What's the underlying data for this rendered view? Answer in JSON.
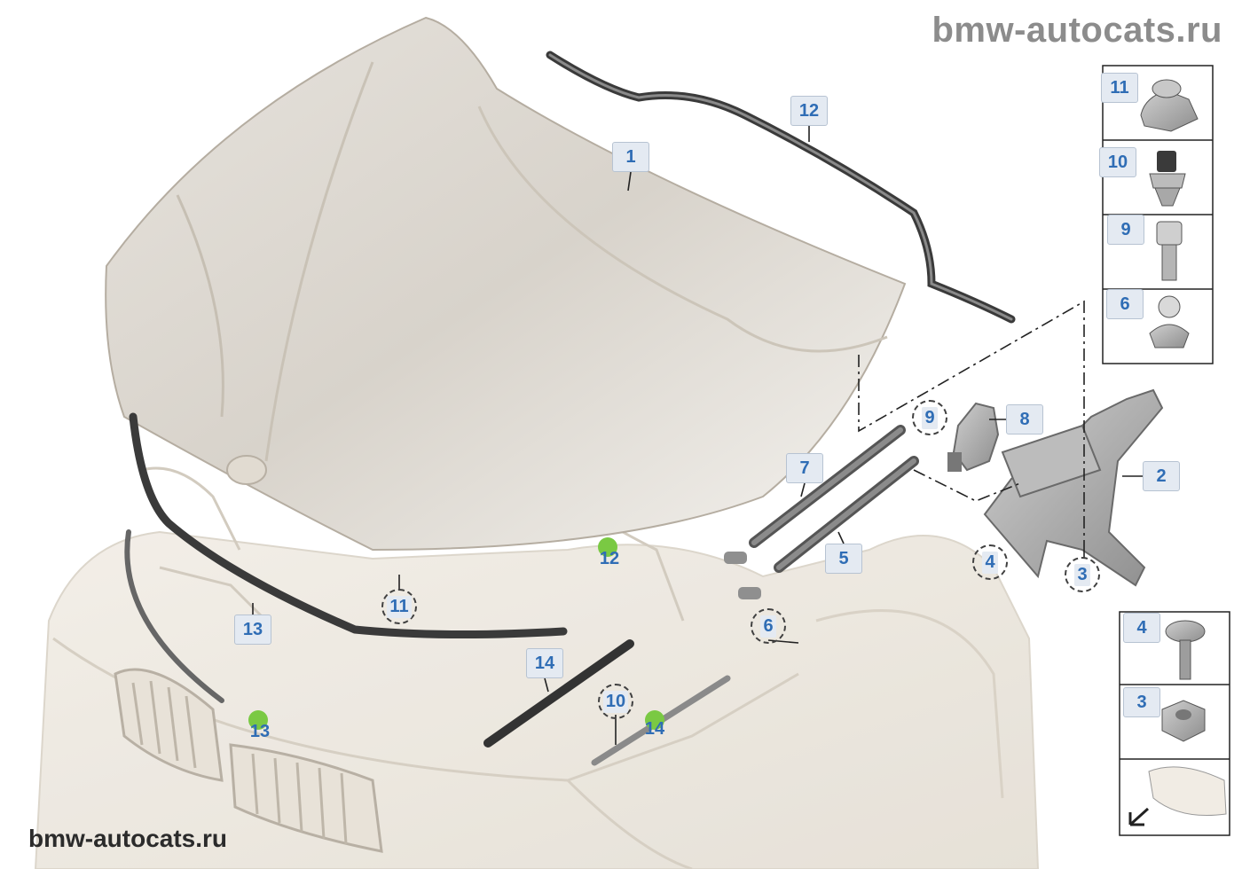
{
  "watermark_top": "bmw-autocats.ru",
  "watermark_bottom": "bmw-autocats.ru",
  "main_callouts": {
    "c1": "1",
    "c2": "2",
    "c3": "3",
    "c4": "4",
    "c5": "5",
    "c6": "6",
    "c7": "7",
    "c8": "8",
    "c9": "9",
    "c10": "10",
    "c11": "11",
    "c12": "12",
    "c13": "13",
    "c14": "14"
  },
  "location_callouts": {
    "l11": "11",
    "l12": "12",
    "l13": "13",
    "l14": "14",
    "l10": "10"
  },
  "side_panel_top": [
    "11",
    "10",
    "9",
    "6"
  ],
  "side_panel_bottom": [
    "4",
    "3"
  ],
  "colors": {
    "callout_text": "#2f6db5",
    "callout_bg": "#e4eaf2",
    "location_dot": "#7ac943"
  }
}
